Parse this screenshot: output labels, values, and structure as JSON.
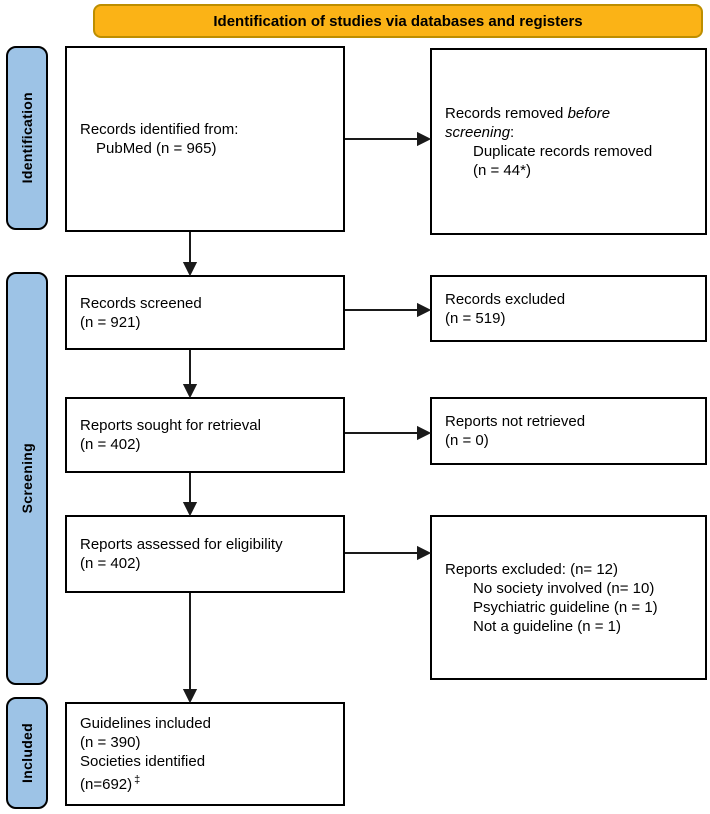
{
  "banner": {
    "label": "Identification of studies via databases and registers"
  },
  "stages": {
    "identification": "Identification",
    "screening": "Screening",
    "included": "Included"
  },
  "boxes": {
    "records_identified": {
      "line1": "Records identified from:",
      "line2": "PubMed (n = 965)"
    },
    "records_removed": {
      "l1_normal": "Records removed ",
      "l1_italic": "before",
      "l2_italic": "screening",
      "l2_normal": ":",
      "line3": "Duplicate records removed",
      "line4": "(n = 44*)"
    },
    "records_screened": {
      "line1": "Records screened",
      "line2": "(n = 921)"
    },
    "records_excluded": {
      "line1": "Records excluded",
      "line2": "(n = 519)"
    },
    "reports_sought": {
      "line1": "Reports sought for retrieval",
      "line2": "(n = 402)"
    },
    "reports_not_retrieved": {
      "line1": "Reports not retrieved",
      "line2": "(n = 0)"
    },
    "reports_assessed": {
      "line1": "Reports assessed for eligibility",
      "line2": "(n = 402)"
    },
    "reports_excluded": {
      "line1": "Reports excluded: (n= 12)",
      "line2": "No society involved (n= 10)",
      "line3": "Psychiatric guideline (n = 1)",
      "line4": "Not a guideline (n = 1)"
    },
    "included_box": {
      "line1": "Guidelines included",
      "line2": "(n = 390)",
      "line3": "Societies identified",
      "line4": "(n=692)",
      "dagger": "‡"
    }
  },
  "colors": {
    "banner_fill": "#fbb316",
    "banner_border": "#bd8e00",
    "stage_fill": "#9dc3e6",
    "box_border": "#000000",
    "arrow": "#1a1a1a"
  }
}
